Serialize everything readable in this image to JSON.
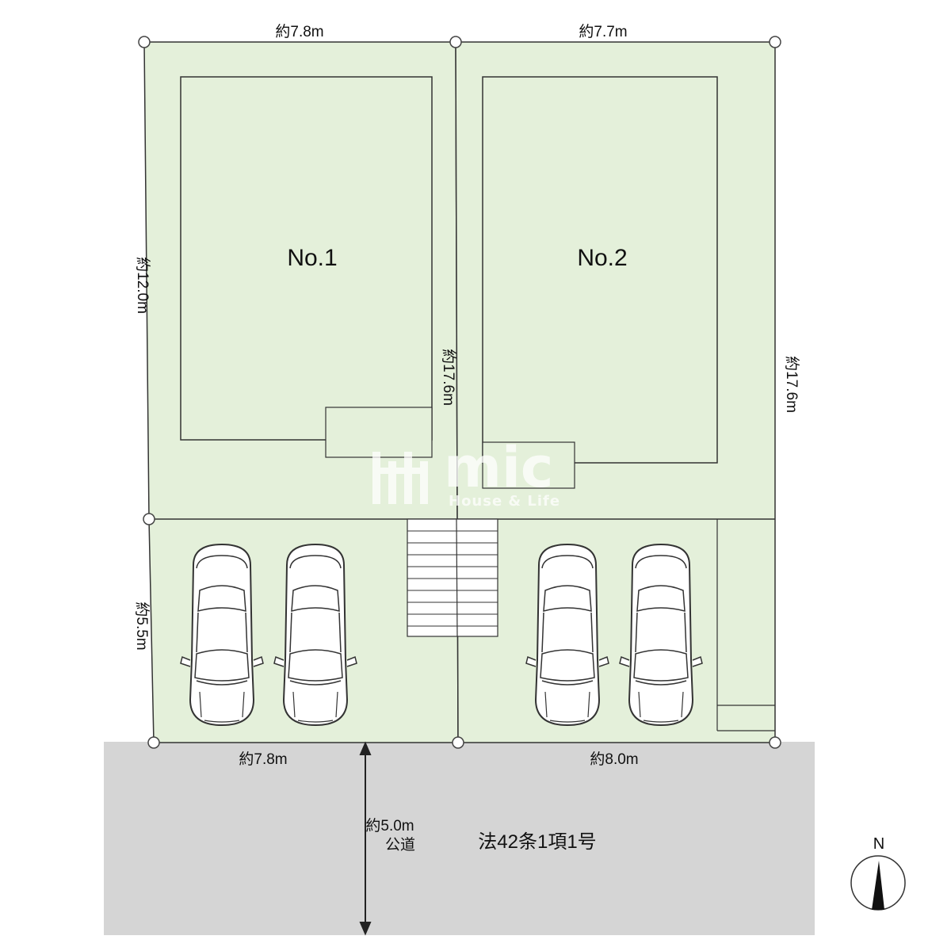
{
  "lots": [
    {
      "label": "No.1"
    },
    {
      "label": "No.2"
    }
  ],
  "dimensions": {
    "top_left": "約7.8m",
    "top_right": "約7.7m",
    "left_upper": "約12.0m",
    "left_lower": "約5.5m",
    "center": "約17.6m",
    "right": "約17.6m",
    "bottom_left": "約7.8m",
    "bottom_right": "約8.0m"
  },
  "road": {
    "width": "約5.0m",
    "type": "公道",
    "designation": "法42条1項1号"
  },
  "watermark": {
    "brand": "mic",
    "tagline": "House & Life"
  },
  "compass": {
    "north_label": "N"
  },
  "colors": {
    "lot_fill": "#e4f0da",
    "road_fill": "#d5d5d5",
    "line": "#333333"
  },
  "parking": {
    "spaces_per_lot": 2,
    "total_cars": 4
  }
}
